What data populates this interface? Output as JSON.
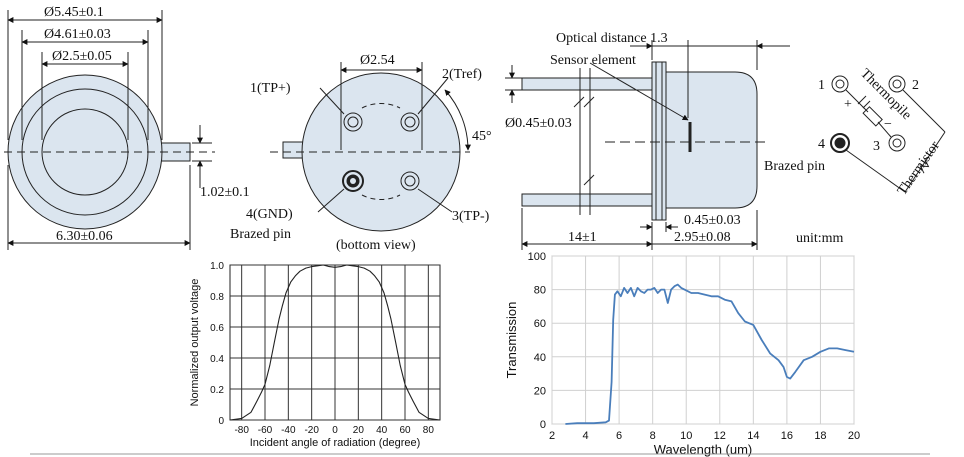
{
  "drawing": {
    "front_view": {
      "dims": {
        "outer_diameter": "Ø5.45±0.1",
        "cap_diameter": "Ø4.61±0.03",
        "window_diameter": "Ø2.5±0.05",
        "tab_height": "1.02±0.1",
        "overall_width": "6.30±0.06"
      }
    },
    "bottom_view": {
      "pin_circle": "Ø2.54",
      "angle": "45°",
      "caption": "(bottom view)",
      "pins": {
        "p1": "1(TP+)",
        "p2": "2(Tref)",
        "p3": "3(TP-)",
        "p4": "4(GND)"
      },
      "brazed_label": "Brazed pin"
    },
    "side_view": {
      "optical_distance": "Optical distance 1.3",
      "sensor_element": "Sensor element",
      "pin_diameter": "Ø0.45±0.03",
      "flange_thickness": "0.45±0.03",
      "lead_length": "14±1",
      "body_length": "2.95±0.08",
      "unit": "unit:mm"
    },
    "schematic": {
      "pin1": "1",
      "pin2": "2",
      "pin3": "3",
      "pin4": "4",
      "thermopile": "Thermopile",
      "thermistor": "Thermistor",
      "brazed_label": "Brazed pin",
      "plus": "+",
      "minus": "−"
    }
  },
  "chart_data": [
    {
      "type": "line",
      "title": "",
      "xlabel": "Incident angle of radiation (degree)",
      "ylabel": "Normalized output voltage",
      "xlim": [
        -90,
        90
      ],
      "ylim": [
        0,
        1.0
      ],
      "xticks": [
        -80,
        -60,
        -40,
        -20,
        0,
        20,
        40,
        60,
        80
      ],
      "xtick_labels": [
        "-80",
        "-60",
        "-40",
        "-20",
        "0",
        "20",
        "40",
        "60",
        "80"
      ],
      "yticks": [
        0,
        0.2,
        0.4,
        0.6,
        0.8,
        1.0
      ],
      "ytick_labels": [
        "0",
        "0.2",
        "0.4",
        "0.6",
        "0.8",
        "1.0"
      ],
      "grid": true,
      "color": "#222222",
      "x": [
        -90,
        -80,
        -72,
        -67,
        -63,
        -60,
        -56,
        -52,
        -48,
        -45,
        -42,
        -38,
        -34,
        -30,
        -25,
        -20,
        -15,
        -10,
        -5,
        0,
        5,
        10,
        15,
        20,
        25,
        30,
        34,
        38,
        42,
        45,
        48,
        52,
        56,
        60,
        63,
        67,
        72,
        80,
        90
      ],
      "y": [
        0.0,
        0.01,
        0.05,
        0.12,
        0.18,
        0.23,
        0.35,
        0.5,
        0.65,
        0.74,
        0.82,
        0.89,
        0.93,
        0.96,
        0.98,
        0.99,
        0.995,
        1.0,
        0.99,
        0.985,
        0.99,
        1.0,
        0.995,
        0.99,
        0.98,
        0.96,
        0.93,
        0.89,
        0.82,
        0.74,
        0.65,
        0.5,
        0.35,
        0.23,
        0.18,
        0.12,
        0.05,
        0.01,
        0.0
      ]
    },
    {
      "type": "line",
      "title": "",
      "xlabel": "Wavelength (um)",
      "ylabel": "Transmission",
      "xlim": [
        2,
        20
      ],
      "ylim": [
        0,
        100
      ],
      "xticks": [
        2,
        4,
        6,
        8,
        10,
        12,
        14,
        16,
        18,
        20
      ],
      "xtick_labels": [
        "2",
        "4",
        "6",
        "8",
        "10",
        "12",
        "14",
        "16",
        "18",
        "20"
      ],
      "yticks": [
        0,
        20,
        40,
        60,
        80,
        100
      ],
      "ytick_labels": [
        "0",
        "20",
        "40",
        "60",
        "80",
        "100"
      ],
      "grid": true,
      "color": "#4a7ebb",
      "x": [
        2.8,
        3.5,
        4.5,
        5.2,
        5.4,
        5.55,
        5.65,
        5.75,
        5.9,
        6.1,
        6.3,
        6.5,
        6.7,
        6.9,
        7.1,
        7.3,
        7.5,
        7.7,
        7.9,
        8.1,
        8.3,
        8.5,
        8.7,
        8.9,
        9.1,
        9.3,
        9.5,
        9.7,
        9.9,
        10.3,
        10.7,
        11.1,
        11.5,
        11.9,
        12.3,
        12.7,
        13.1,
        13.5,
        14.0,
        14.5,
        15.0,
        15.5,
        15.8,
        16.0,
        16.2,
        16.5,
        17.0,
        17.5,
        18.0,
        18.5,
        19.0,
        19.5,
        20.0
      ],
      "y": [
        0,
        0.5,
        0.5,
        1,
        2,
        25,
        62,
        77,
        79,
        76,
        81,
        78,
        81,
        76,
        81,
        79,
        78,
        80,
        80,
        81,
        78,
        80,
        80,
        72,
        80,
        82,
        83,
        81,
        80,
        78,
        78,
        77,
        76,
        76,
        74,
        73,
        66,
        61,
        59,
        50,
        42,
        38,
        34,
        28,
        27,
        31,
        38,
        40,
        43,
        45,
        45,
        44,
        43
      ]
    }
  ]
}
